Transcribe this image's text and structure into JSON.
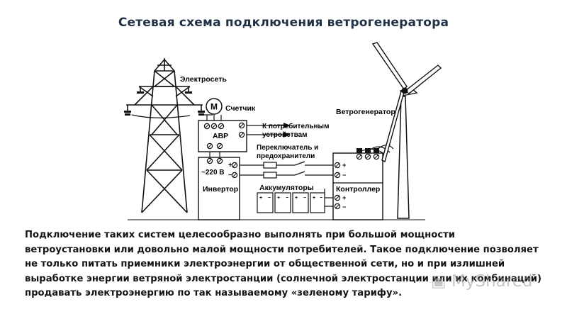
{
  "title": "Сетевая схема подключения ветрогенератора",
  "labels": {
    "grid": "Электросеть",
    "meter_symbol": "М",
    "meter": "Счетчик",
    "avr": "АВР",
    "consumers_1": "К потребительным",
    "consumers_2": "устройствам",
    "switches_1": "Переключатель и",
    "switches_2": "предохранители",
    "ac_voltage": "~220 В",
    "inverter": "Инвертор",
    "batteries": "Аккумуляторы",
    "controller": "Контроллер",
    "wind_generator": "Ветрогенератор",
    "plus": "+",
    "minus": "−"
  },
  "description": [
    "Подключение таких систем целесообразно выполнять при большой мощности",
    "ветроустановки или довольно малой мощности потребителей. Такое подключение позволяет",
    "не только питать приемники электроэнергии от общественной сети, но и при излишней",
    "выработке энергии ветряной электростанции (солнечной электростанции или их комбинаций)",
    "продавать электроэнергию по так называемому «зеленому тарифу»."
  ],
  "watermark": "MyShared"
}
